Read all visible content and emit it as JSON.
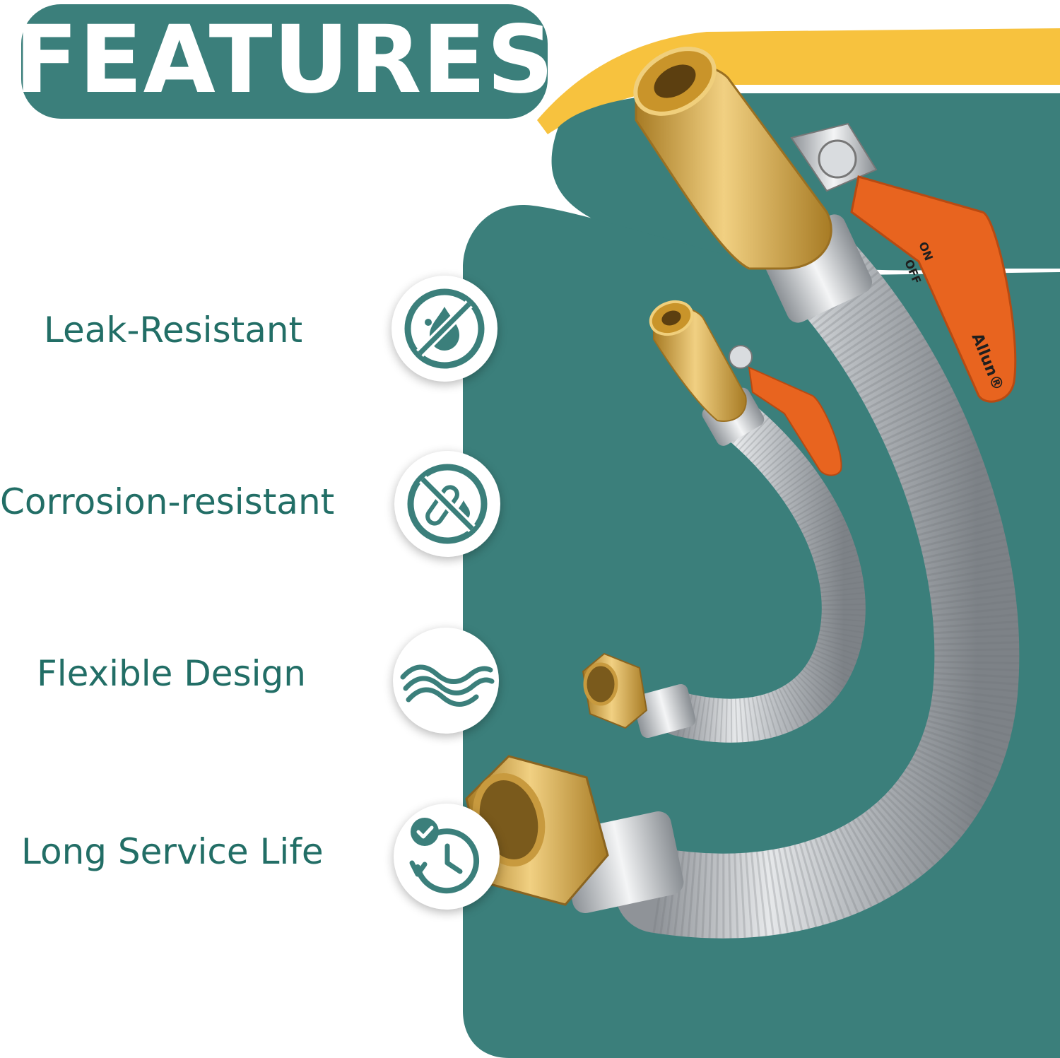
{
  "title": "FEATURES",
  "features": [
    {
      "label": "Leak-Resistant",
      "icon": "no-leak-icon"
    },
    {
      "label": "Corrosion-resistant",
      "icon": "no-corrosion-icon"
    },
    {
      "label": "Flexible Design",
      "icon": "wave-flex-icon"
    },
    {
      "label": "Long Service Life",
      "icon": "clock-check-icon"
    }
  ],
  "product": {
    "brand_mark": "Allun®",
    "valve_marks": [
      "ON",
      "OFF"
    ]
  },
  "colors": {
    "teal": "#3b7f7b",
    "label_teal": "#226e66",
    "accent_yellow": "#f7c23e",
    "valve_orange": "#e8641f",
    "brass": "#d4a84a"
  }
}
